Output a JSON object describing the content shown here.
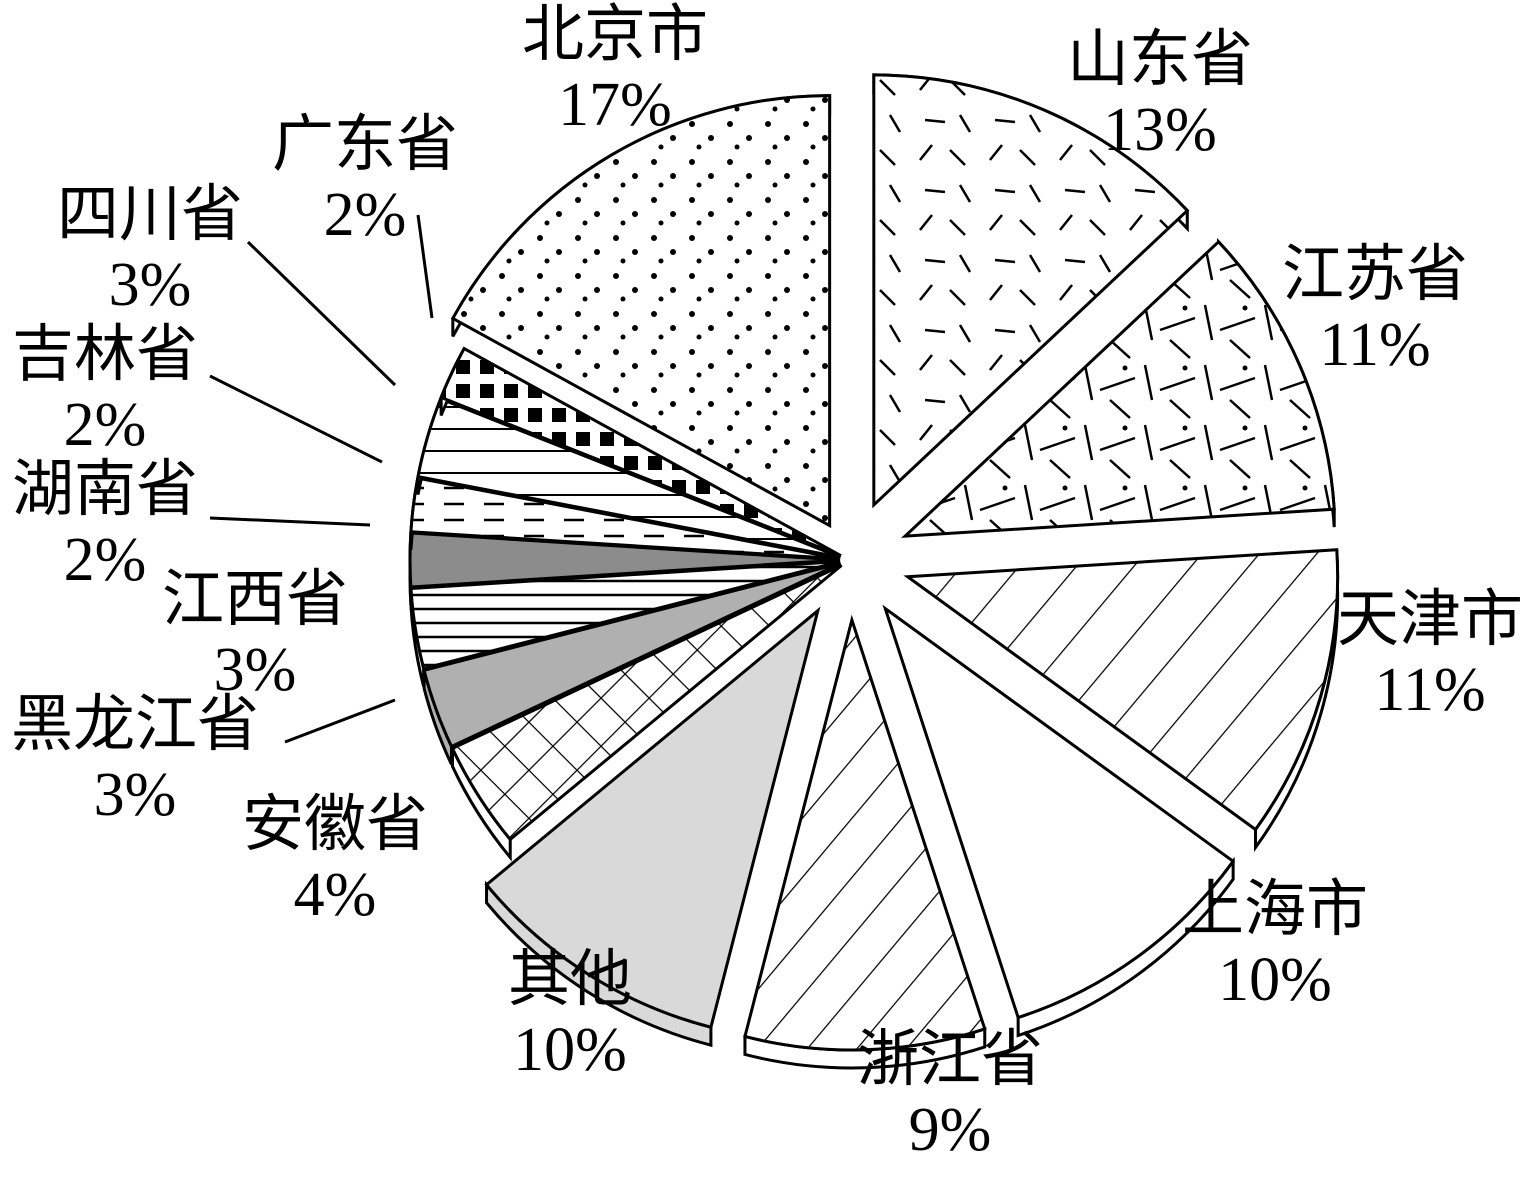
{
  "chart_data": {
    "type": "pie",
    "style": "3d-exploded",
    "title": "",
    "unit": "%",
    "start": "top",
    "direction": "clockwise",
    "slices": [
      {
        "name": "山东省",
        "value": 13,
        "label": "山东省",
        "pct_label": "13%",
        "pattern": "dashes",
        "fill": "#ffffff"
      },
      {
        "name": "江苏省",
        "value": 11,
        "label": "江苏省",
        "pct_label": "11%",
        "pattern": "mixed-lines",
        "fill": "#ffffff"
      },
      {
        "name": "天津市",
        "value": 11,
        "label": "天津市",
        "pct_label": "11%",
        "pattern": "diagonal-sparse",
        "fill": "#ffffff"
      },
      {
        "name": "上海市",
        "value": 10,
        "label": "上海市",
        "pct_label": "10%",
        "pattern": "none",
        "fill": "#ffffff"
      },
      {
        "name": "浙江省",
        "value": 9,
        "label": "浙江省",
        "pct_label": "9%",
        "pattern": "diagonal",
        "fill": "#ffffff"
      },
      {
        "name": "其他",
        "value": 10,
        "label": "其他",
        "pct_label": "10%",
        "pattern": "none",
        "fill": "#d9d9d9"
      },
      {
        "name": "安徽省",
        "value": 4,
        "label": "安徽省",
        "pct_label": "4%",
        "pattern": "crosshatch",
        "fill": "#ffffff"
      },
      {
        "name": "黑龙江省",
        "value": 3,
        "label": "黑龙江省",
        "pct_label": "3%",
        "pattern": "none",
        "fill": "#b0b0b0"
      },
      {
        "name": "江西省",
        "value": 3,
        "label": "江西省",
        "pct_label": "3%",
        "pattern": "horizontal",
        "fill": "#ffffff"
      },
      {
        "name": "湖南省",
        "value": 2,
        "label": "湖南省",
        "pct_label": "2%",
        "pattern": "none",
        "fill": "#8c8c8c"
      },
      {
        "name": "吉林省",
        "value": 2,
        "label": "吉林省",
        "pct_label": "2%",
        "pattern": "dash-lines",
        "fill": "#ffffff"
      },
      {
        "name": "四川省",
        "value": 3,
        "label": "四川省",
        "pct_label": "3%",
        "pattern": "horizontal-sparse",
        "fill": "#ffffff"
      },
      {
        "name": "广东省",
        "value": 2,
        "label": "广东省",
        "pct_label": "2%",
        "pattern": "checker",
        "fill": "#ffffff"
      },
      {
        "name": "北京市",
        "value": 17,
        "label": "北京市",
        "pct_label": "17%",
        "pattern": "dots",
        "fill": "#ffffff"
      }
    ],
    "legend": "none",
    "leader_lines": [
      "广东省",
      "四川省",
      "吉林省",
      "湖南省",
      "黑龙江省"
    ]
  }
}
